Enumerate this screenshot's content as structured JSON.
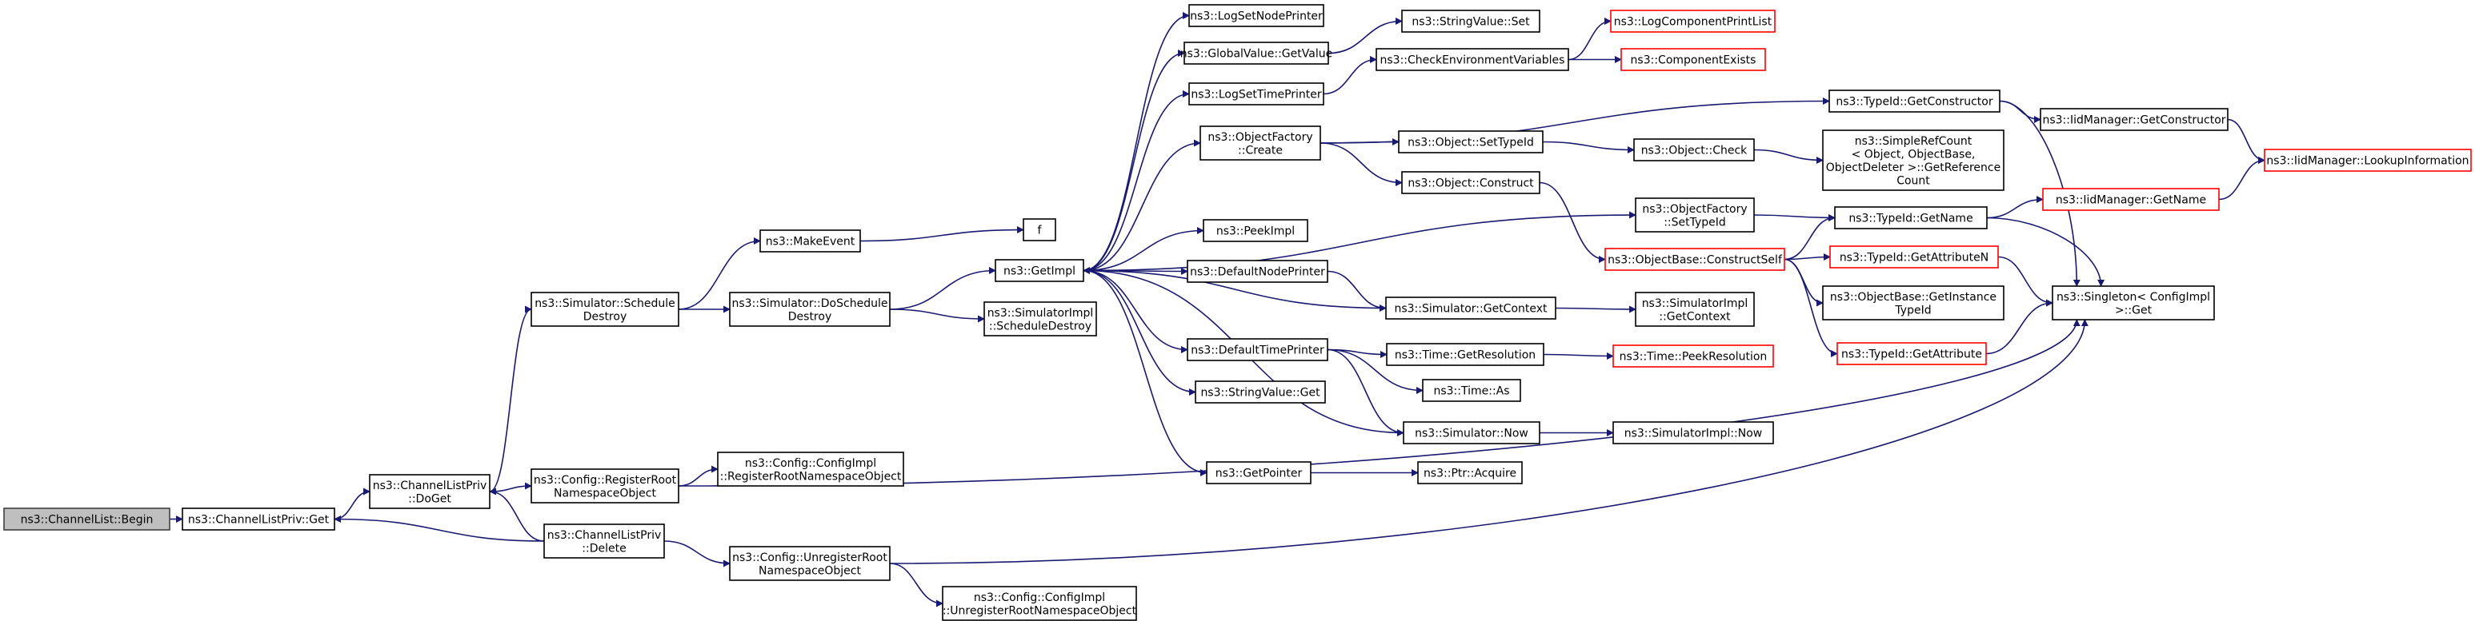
{
  "nodes": {
    "channellist_begin": [
      "ns3::ChannelList::Begin"
    ],
    "channellistpriv_get": [
      "ns3::ChannelListPriv::Get"
    ],
    "channellistpriv_doget": [
      "ns3::ChannelListPriv",
      "::DoGet"
    ],
    "channellistpriv_delete": [
      "ns3::ChannelListPriv",
      "::Delete"
    ],
    "config_registerroot": [
      "ns3::Config::RegisterRoot",
      "NamespaceObject"
    ],
    "configimpl_registerroot": [
      "ns3::Config::ConfigImpl",
      "::RegisterRootNamespaceObject"
    ],
    "config_unregisterroot": [
      "ns3::Config::UnregisterRoot",
      "NamespaceObject"
    ],
    "configimpl_unregisterroot": [
      "ns3::Config::ConfigImpl",
      "::UnregisterRootNamespaceObject"
    ],
    "simulator_scheduledestroy": [
      "ns3::Simulator::Schedule",
      "Destroy"
    ],
    "makeevent": [
      "ns3::MakeEvent"
    ],
    "f": [
      "f"
    ],
    "simulator_doscheduledestroy": [
      "ns3::Simulator::DoSchedule",
      "Destroy"
    ],
    "getimpl": [
      "ns3::GetImpl"
    ],
    "simulatorimpl_scheduledestroy": [
      "ns3::SimulatorImpl",
      "::ScheduleDestroy"
    ],
    "logsetnodeprinter": [
      "ns3::LogSetNodePrinter"
    ],
    "globalvalue_getvalue": [
      "ns3::GlobalValue::GetValue"
    ],
    "logsettimeprinter": [
      "ns3::LogSetTimePrinter"
    ],
    "objectfactory_create": [
      "ns3::ObjectFactory",
      "::Create"
    ],
    "peekimpl": [
      "ns3::PeekImpl"
    ],
    "defaultnodeprinter": [
      "ns3::DefaultNodePrinter"
    ],
    "defaulttimeprinter": [
      "ns3::DefaultTimePrinter"
    ],
    "stringvalue_get": [
      "ns3::StringValue::Get"
    ],
    "getpointer": [
      "ns3::GetPointer"
    ],
    "stringvalue_set": [
      "ns3::StringValue::Set"
    ],
    "checkenvvars": [
      "ns3::CheckEnvironmentVariables"
    ],
    "logcomponentprintlist": [
      "ns3::LogComponentPrintList"
    ],
    "componentexists": [
      "ns3::ComponentExists"
    ],
    "object_settypeid": [
      "ns3::Object::SetTypeId"
    ],
    "object_construct": [
      "ns3::Object::Construct"
    ],
    "object_check": [
      "ns3::Object::Check"
    ],
    "simplerefcount": [
      "ns3::SimpleRefCount",
      "< Object, ObjectBase,",
      "ObjectDeleter >::GetReference",
      "Count"
    ],
    "objectfactory_settypeid": [
      "ns3::ObjectFactory",
      "::SetTypeId"
    ],
    "objectbase_constructself": [
      "ns3::ObjectBase::ConstructSelf"
    ],
    "simulator_getcontext": [
      "ns3::Simulator::GetContext"
    ],
    "simulatorimpl_getcontext": [
      "ns3::SimulatorImpl",
      "::GetContext"
    ],
    "time_getresolution": [
      "ns3::Time::GetResolution"
    ],
    "time_peekresolution": [
      "ns3::Time::PeekResolution"
    ],
    "time_as": [
      "ns3::Time::As"
    ],
    "simulator_now": [
      "ns3::Simulator::Now"
    ],
    "simulatorimpl_now": [
      "ns3::SimulatorImpl::Now"
    ],
    "ptr_acquire": [
      "ns3::Ptr::Acquire"
    ],
    "typeid_getconstructor": [
      "ns3::TypeId::GetConstructor"
    ],
    "iidmanager_getconstructor": [
      "ns3::IidManager::GetConstructor"
    ],
    "iidmanager_lookupinformation": [
      "ns3::IidManager::LookupInformation"
    ],
    "typeid_getname": [
      "ns3::TypeId::GetName"
    ],
    "iidmanager_getname": [
      "ns3::IidManager::GetName"
    ],
    "typeid_getattributen": [
      "ns3::TypeId::GetAttributeN"
    ],
    "objectbase_getinstancetypeid": [
      "ns3::ObjectBase::GetInstance",
      "TypeId"
    ],
    "typeid_getattribute": [
      "ns3::TypeId::GetAttribute"
    ],
    "singleton_get": [
      "ns3::Singleton< ConfigImpl",
      " >::Get"
    ]
  },
  "colors": {
    "edge": "#191970",
    "root_fill": "#bfbfbf",
    "undocumented_border": "#ff0000",
    "node_border": "#000000"
  }
}
